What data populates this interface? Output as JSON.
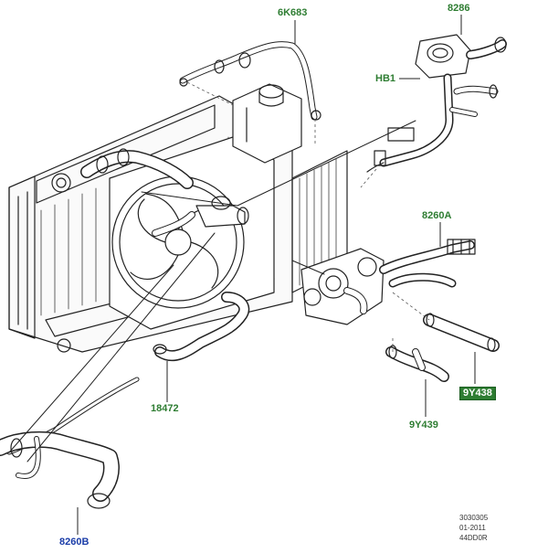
{
  "diagram": {
    "callouts": {
      "c_6k683": "6K683",
      "c_8286": "8286",
      "c_hb1": "HB1",
      "c_8260a": "8260A",
      "c_9y438": "9Y438",
      "c_9y439": "9Y439",
      "c_18472": "18472",
      "c_8260b": "8260B"
    },
    "reference": {
      "line1": "3030305",
      "line2": "01-2011",
      "line3": "44DD0R"
    },
    "colors": {
      "callout_green": "#2e7d32",
      "callout_blue": "#1a3ca8",
      "line_art": "#222222"
    }
  }
}
